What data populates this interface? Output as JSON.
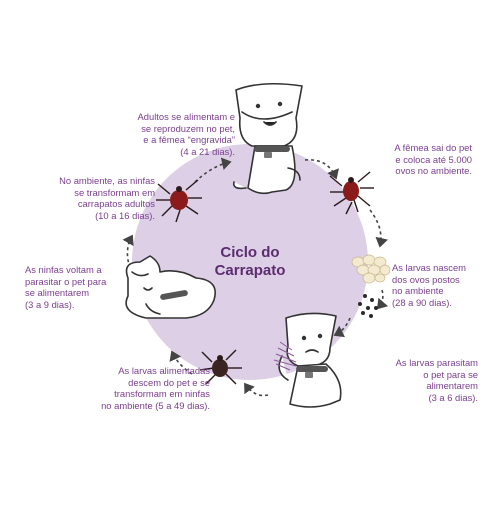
{
  "center": {
    "line1": "Ciclo do",
    "line2": "Carrapato"
  },
  "stages": [
    {
      "id": "adults",
      "lines": [
        "Adultos se alimentam e",
        "se reproduzem no pet,",
        "e a fêmea “engravida”",
        "(4 a 21 dias)."
      ]
    },
    {
      "id": "eggs",
      "lines": [
        "A fêmea sai do pet",
        "e coloca até 5.000",
        "ovos no ambiente."
      ]
    },
    {
      "id": "larvae-hatch",
      "lines": [
        "As larvas nascem",
        "dos ovos postos",
        "no ambiente",
        "(28 a 90 dias)."
      ]
    },
    {
      "id": "larvae-feed",
      "lines": [
        "As larvas parasitam",
        "o pet para se",
        "alimentarem",
        "(3 a 6 dias)."
      ]
    },
    {
      "id": "larvae-drop",
      "lines": [
        "As larvas alimentadas",
        "descem do pet e se",
        "transformam em ninfas",
        "no ambiente (5 a 49 dias)."
      ]
    },
    {
      "id": "nymphs-feed",
      "lines": [
        "As ninfas voltam a",
        "parasitar o pet para",
        "se alimentarem",
        "(3 a 9 dias)."
      ]
    },
    {
      "id": "nymphs-molt",
      "lines": [
        "No ambiente, as ninfas",
        "se transformam em",
        "carrapatos adultos",
        "(10 a 16 dias)."
      ]
    }
  ],
  "colors": {
    "circle": "#dccfe6",
    "text": "#7b3f8e",
    "title": "#5c2c6f",
    "tick": "#8b1a1a",
    "tick_legs": "#2a1a1a",
    "egg": "#f3ead0",
    "arrow": "#444444"
  }
}
